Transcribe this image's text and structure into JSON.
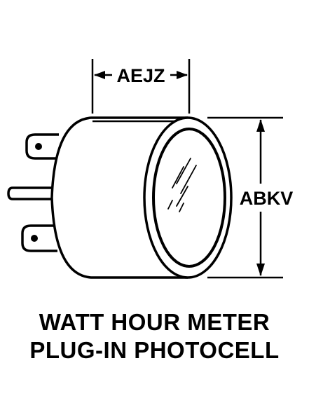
{
  "diagram": {
    "dimension_width_label": "AEJZ",
    "dimension_height_label": "ABKV"
  },
  "caption": {
    "line1": "WATT HOUR METER",
    "line2": "PLUG-IN PHOTOCELL"
  },
  "colors": {
    "ink": "#000000",
    "paper": "#ffffff"
  }
}
